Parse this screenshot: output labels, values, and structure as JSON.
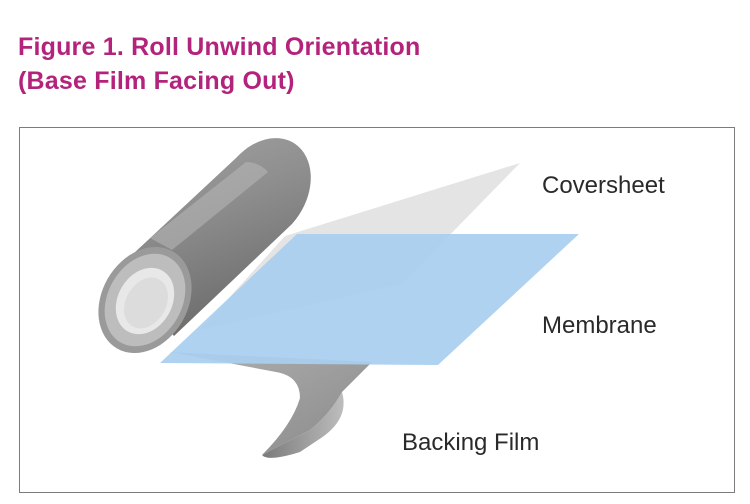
{
  "figure": {
    "title_line1": "Figure 1. Roll Unwind Orientation",
    "title_line2": "(Base Film Facing Out)",
    "title_color": "#b3237c"
  },
  "layers": {
    "coversheet": "Coversheet",
    "membrane": "Membrane",
    "backing_film": "Backing Film"
  },
  "colors": {
    "roll": "#8c8c8c",
    "coversheet": "#e4e4e4",
    "membrane": "#a9cff0",
    "backing_film": "#9a9a9a",
    "frame": "#7c7c7c"
  }
}
